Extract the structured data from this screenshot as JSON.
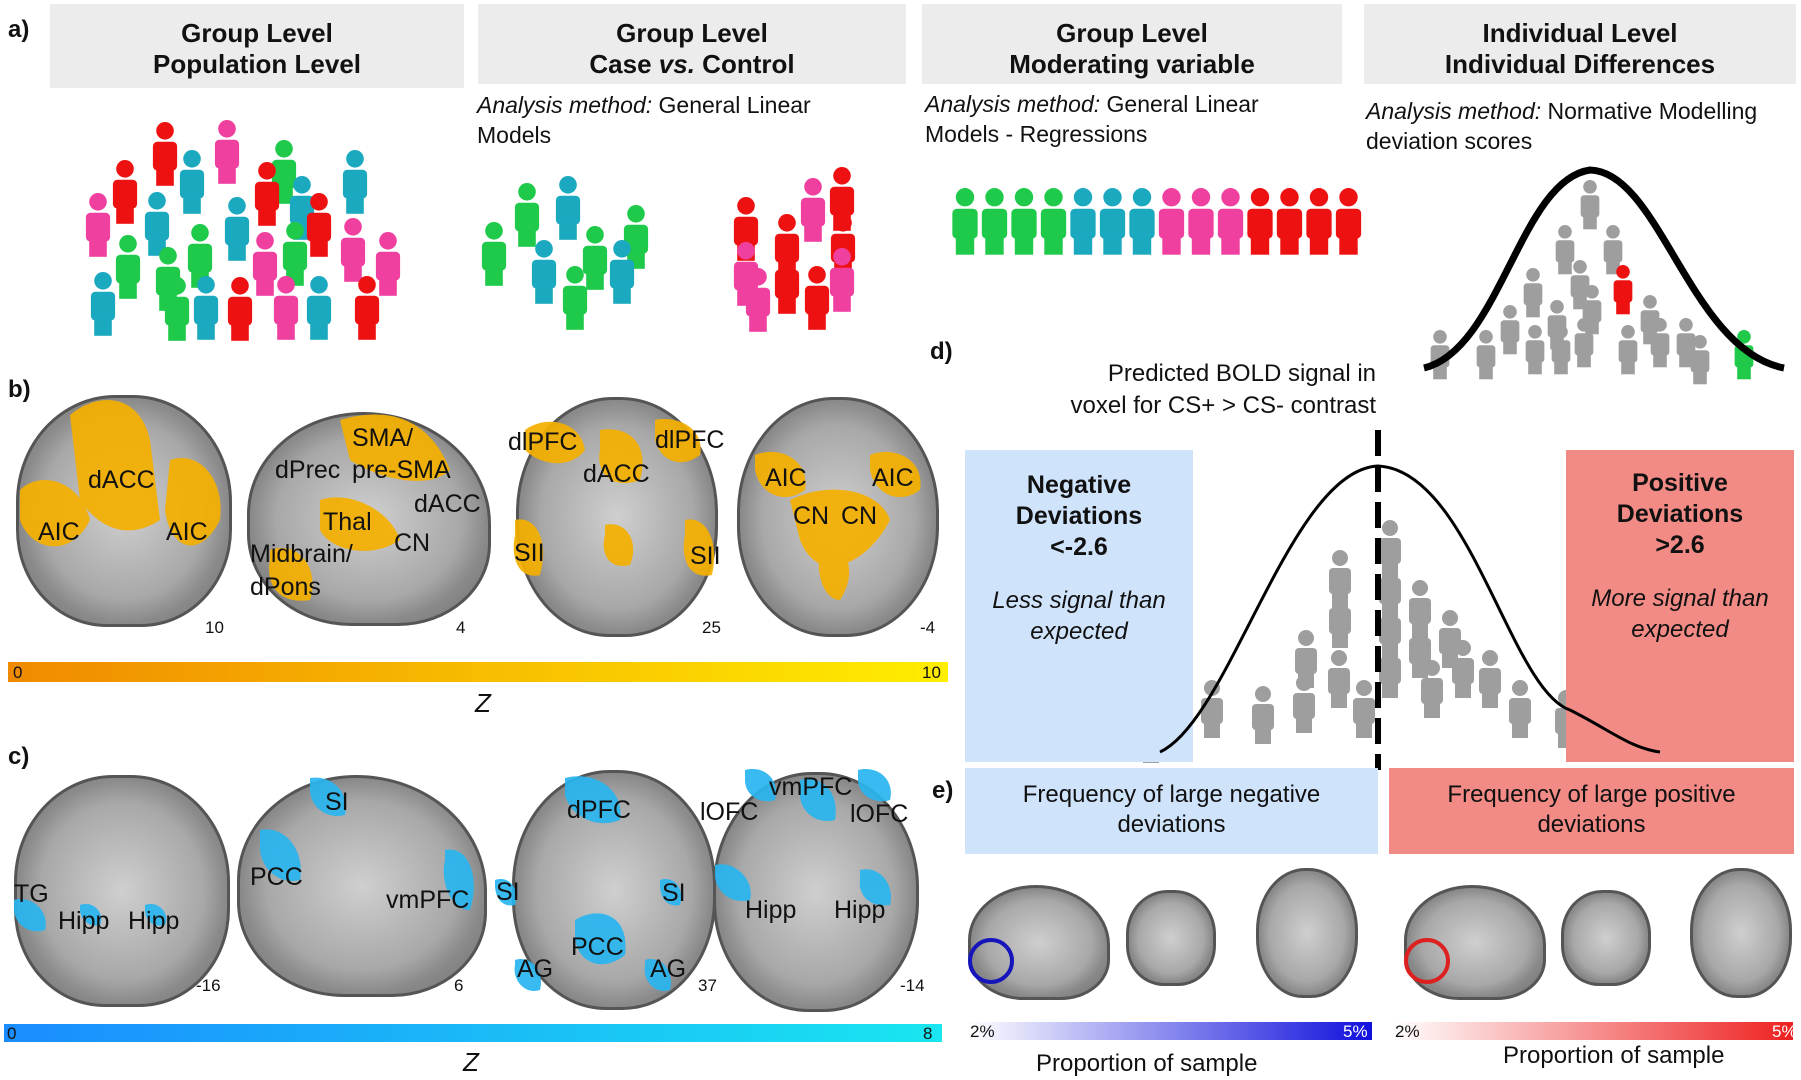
{
  "panel_labels": {
    "a": "a)",
    "b": "b)",
    "c": "c)",
    "d": "d)",
    "e": "e)"
  },
  "panel_a": {
    "headers": [
      {
        "line1": "Group Level",
        "line2": "Population Level"
      },
      {
        "line1": "Group Level",
        "line2_pre": "Case ",
        "line2_em": "vs.",
        "line2_post": " Control"
      },
      {
        "line1": "Group Level",
        "line2": "Moderating variable"
      },
      {
        "line1": "Individual Level",
        "line2": "Individual Differences"
      }
    ],
    "methods": [
      {
        "prefix": "Analysis method:",
        "text": " General Linear Models"
      },
      {
        "prefix": "Analysis method:",
        "text": " General Linear Models  - Regressions"
      },
      {
        "prefix": "Analysis method:",
        "text": " Normative Modelling deviation scores"
      }
    ]
  },
  "panel_b": {
    "labels": [
      "dACC",
      "AIC",
      "AIC",
      "SMA/",
      "pre-SMA",
      "dPrec",
      "dACC",
      "Thal",
      "CN",
      "Midbrain/",
      "dPons",
      "dlPFC",
      "dlPFC",
      "dACC",
      "SII",
      "SII",
      "AIC",
      "AIC",
      "CN",
      "CN"
    ],
    "slices": [
      "10",
      "4",
      "25",
      "-4"
    ],
    "colorbar": {
      "min": "0",
      "max": "10",
      "label": "Z",
      "color_low": "#f08a00",
      "color_high": "#ffee00"
    }
  },
  "panel_c": {
    "labels": [
      "TG",
      "Hipp",
      "Hipp",
      "SI",
      "PCC",
      "vmPFC",
      "dPFC",
      "SI",
      "SI",
      "PCC",
      "AG",
      "AG",
      "vmPFC",
      "lOFC",
      "lOFC",
      "Hipp",
      "Hipp"
    ],
    "slices": [
      "-16",
      "6",
      "37",
      "-14"
    ],
    "colorbar": {
      "min": "0",
      "max": "8",
      "label": "Z",
      "color_low": "#1a8cff",
      "color_high": "#19e6f0"
    }
  },
  "panel_d": {
    "title_line1": "Predicted BOLD signal in",
    "title_line2": "voxel for CS+ > CS- contrast",
    "negative": {
      "title1": "Negative",
      "title2": "Deviations",
      "title3": "<-2.6",
      "sub1": "Less signal than",
      "sub2": "expected",
      "color": "#cfe3fb"
    },
    "positive": {
      "title1": "Positive",
      "title2": "Deviations",
      "title3": ">2.6",
      "sub1": "More signal than",
      "sub2": "expected",
      "color": "#f28b86"
    }
  },
  "panel_e": {
    "neg_freq": {
      "line1": "Frequency of large negative",
      "line2": "deviations"
    },
    "pos_freq": {
      "line1": "Frequency of large positive",
      "line2": "deviations"
    },
    "neg_bar": {
      "min": "2%",
      "max": "5%",
      "label": "Proportion of sample",
      "color_high": "#1010dd"
    },
    "pos_bar": {
      "min": "2%",
      "max": "5%",
      "label": "Proportion of sample",
      "color_high": "#ee2020"
    }
  },
  "colors": {
    "green": "#1fc94a",
    "teal": "#1ba9c0",
    "pink": "#ef3f9f",
    "red": "#ee1111",
    "gray": "#9e9e9e",
    "orange": "#f5b000",
    "blue": "#29b6f0"
  }
}
